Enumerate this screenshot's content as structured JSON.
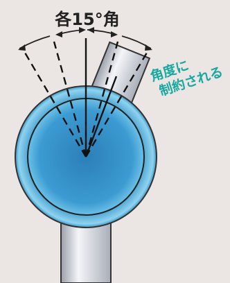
{
  "title": "各15°角",
  "note": {
    "line1": "角度に",
    "line2": "制約される"
  }
}
